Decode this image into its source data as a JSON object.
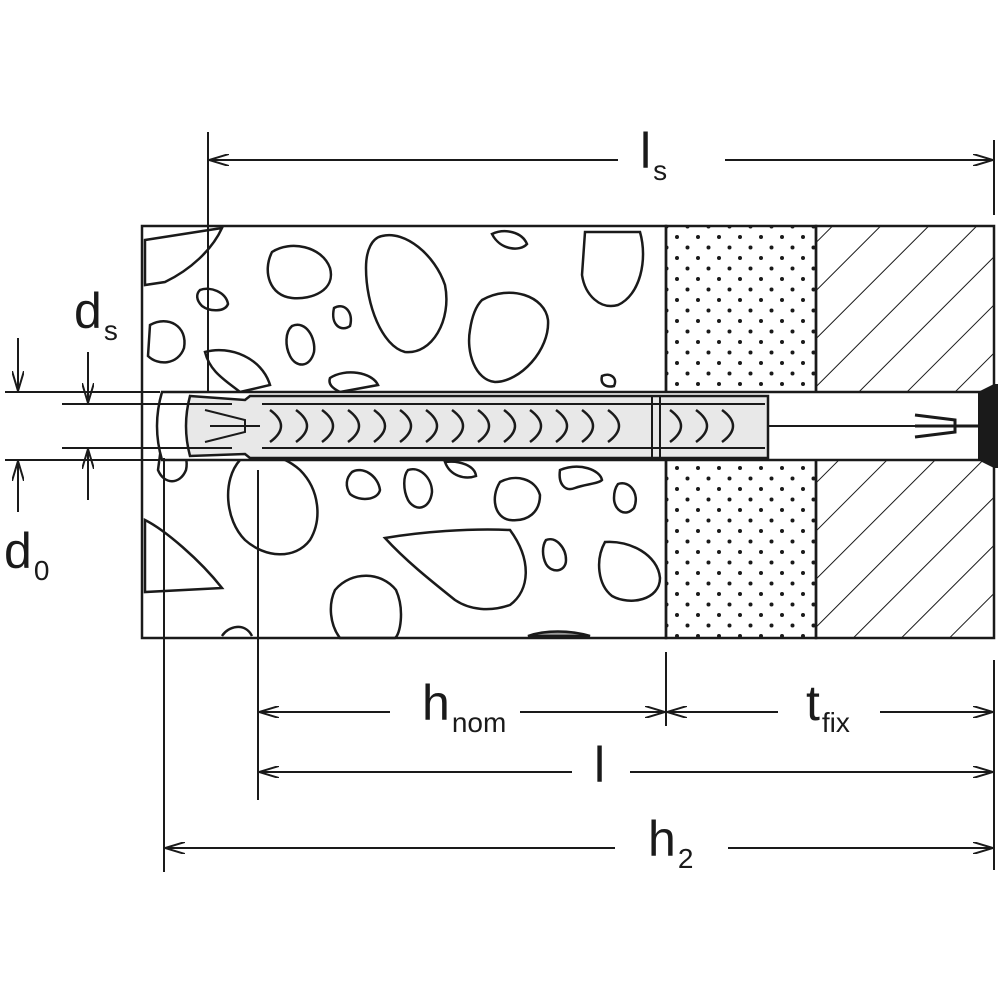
{
  "labels": {
    "ls": {
      "main": "l",
      "sub": "s"
    },
    "ds": {
      "main": "d",
      "sub": "s"
    },
    "d0": {
      "main": "d",
      "sub": "0"
    },
    "hnom": {
      "main": "h",
      "sub": "nom"
    },
    "tfix": {
      "main": "t",
      "sub": "fix"
    },
    "l": {
      "main": "l"
    },
    "h2": {
      "main": "h",
      "sub": "2"
    }
  },
  "colors": {
    "line": "#1a1a1a",
    "background": "#ffffff",
    "anchor_fill": "#e8e8e8"
  }
}
